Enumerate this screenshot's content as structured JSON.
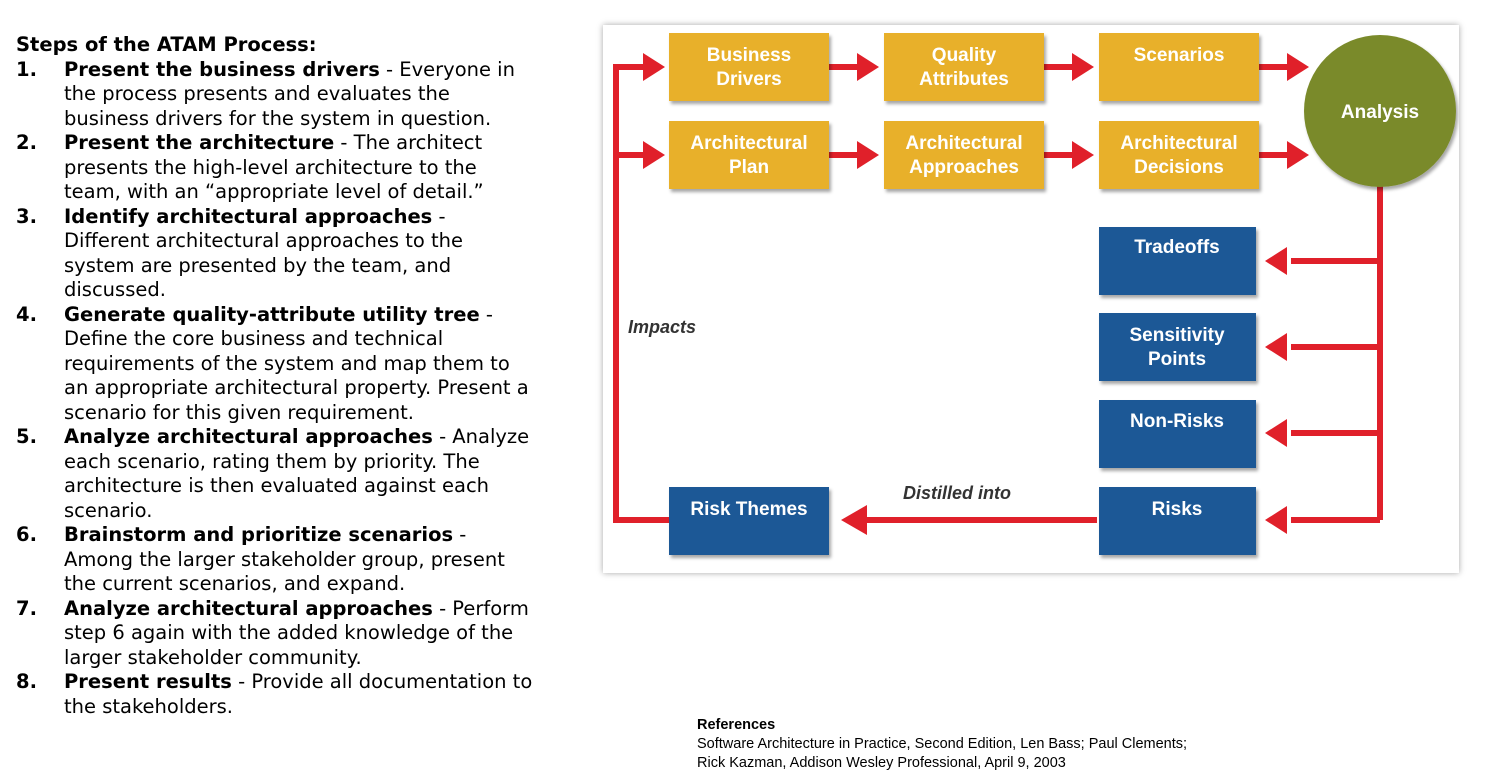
{
  "steps_title": "Steps of the ATAM Process:",
  "steps": [
    {
      "num": "1.",
      "head": "Present the business drivers",
      "body": " - Everyone in the process presents and evaluates the business drivers for the system in question."
    },
    {
      "num": "2.",
      "head": "Present the architecture",
      "body": " - The architect presents the high-level architecture to the team, with an “appropriate level of detail.”"
    },
    {
      "num": "3.",
      "head": "Identify architectural approaches",
      "body": " - Different architectural approaches to the system are presented by the team, and discussed."
    },
    {
      "num": "4.",
      "head": "Generate quality-attribute utility tree",
      "body": " - Define the core business and technical requirements of the system and map them to an appropriate architectural property. Present a scenario for this given requirement."
    },
    {
      "num": "5.",
      "head": "Analyze architectural approaches",
      "body": " - Analyze each scenario, rating them by priority. The architecture is then evaluated against each scenario."
    },
    {
      "num": "6.",
      "head": "Brainstorm and prioritize scenarios",
      "body": " - Among the larger stakeholder group, present the current scenarios, and expand."
    },
    {
      "num": "7.",
      "head": "Analyze architectural approaches",
      "body": " - Perform step 6 again with the added knowledge of the larger stakeholder community."
    },
    {
      "num": "8.",
      "head": "Present results",
      "body": " - Provide all documentation to the stakeholders."
    }
  ],
  "diagram": {
    "business_drivers": [
      "Business",
      "Drivers"
    ],
    "quality_attributes": [
      "Quality",
      "Attributes"
    ],
    "scenarios": "Scenarios",
    "architectural_plan": [
      "Architectural",
      "Plan"
    ],
    "architectural_approaches": [
      "Architectural",
      "Approaches"
    ],
    "architectural_decisions": [
      "Architectural",
      "Decisions"
    ],
    "analysis": "Analysis",
    "tradeoffs": "Tradeoffs",
    "sensitivity_points": [
      "Sensitivity",
      "Points"
    ],
    "non_risks": "Non-Risks",
    "risks": "Risks",
    "risk_themes": "Risk Themes",
    "impacts_label": "Impacts",
    "distilled_label": "Distilled into",
    "colors": {
      "yellow": "#e8b02a",
      "blue": "#1a5896",
      "green": "#7a8a2c",
      "red": "#e0202a"
    }
  },
  "references": {
    "title": "References",
    "text": "Software Architecture in Practice, Second Edition, Len Bass; Paul Clements; Rick Kazman, Addison Wesley Professional, April 9, 2003"
  }
}
